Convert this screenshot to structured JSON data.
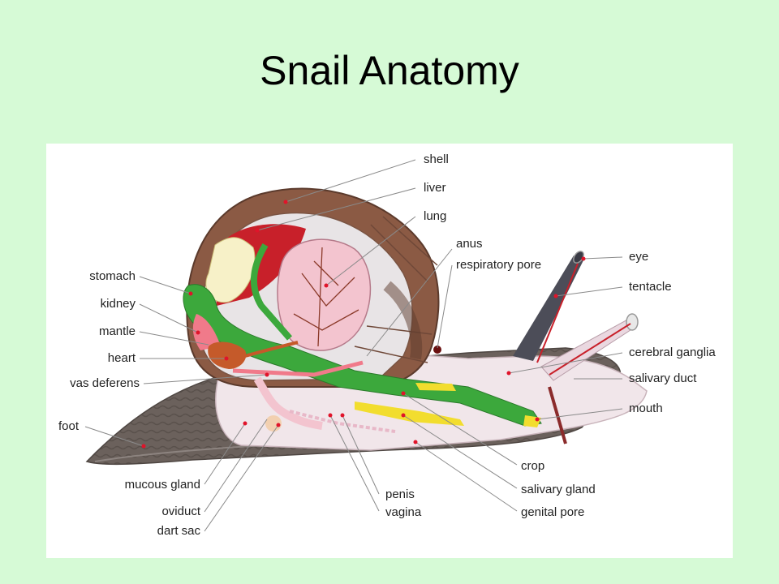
{
  "title": "Snail Anatomy",
  "labels": {
    "shell": "shell",
    "liver": "liver",
    "lung": "lung",
    "anus": "anus",
    "respiratory_pore": "respiratory pore",
    "eye": "eye",
    "tentacle": "tentacle",
    "cerebral_ganglia": "cerebral ganglia",
    "salivary_duct": "salivary duct",
    "mouth": "mouth",
    "crop": "crop",
    "salivary_gland": "salivary gland",
    "genital_pore": "genital pore",
    "penis": "penis",
    "vagina": "vagina",
    "stomach": "stomach",
    "kidney": "kidney",
    "mantle": "mantle",
    "heart": "heart",
    "vas_deferens": "vas deferens",
    "foot": "foot",
    "mucous_gland": "mucous gland",
    "oviduct": "oviduct",
    "dart_sac": "dart sac"
  },
  "colors": {
    "background": "#d6fad6",
    "foot": "#6b615c",
    "shell": "#8b5a44",
    "body": "#f1e6ea",
    "digestive": "#3ca83c",
    "gland": "#f2dd2e",
    "organ_red": "#c8202a",
    "lung": "#f3c4cf",
    "marker": "#e0142a"
  }
}
